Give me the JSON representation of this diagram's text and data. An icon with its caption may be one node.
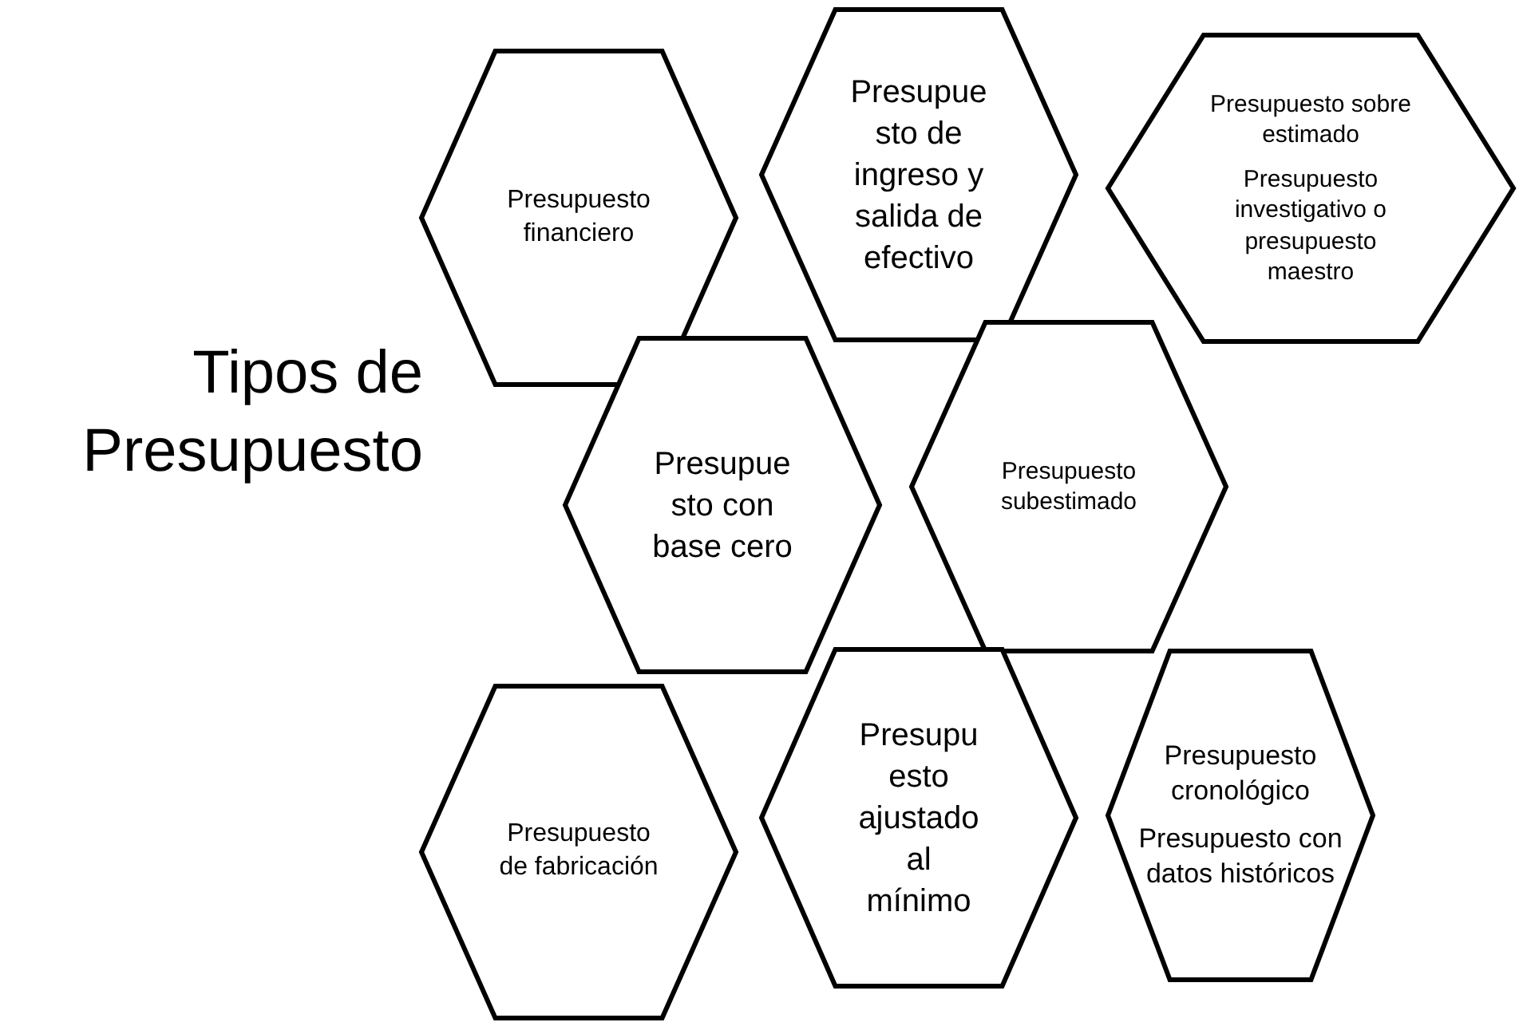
{
  "diagram": {
    "title": "Tipos de Presupuesto",
    "nodes": [
      {
        "text": [
          "Presupuesto financiero"
        ]
      },
      {
        "text": [
          "Presupuesto de ingreso y salida de efectivo"
        ]
      },
      {
        "text": [
          "Presupuesto sobre estimado",
          "Presupuesto investigativo o presupuesto maestro"
        ]
      },
      {
        "text": [
          "Presupuesto con base cero"
        ]
      },
      {
        "text": [
          "Presupuesto subestimado"
        ]
      },
      {
        "text": [
          "Presupuesto de fabricación"
        ]
      },
      {
        "text": [
          "Presupuesto ajustado al mínimo"
        ]
      },
      {
        "text": [
          "Presupuesto cronológico",
          "Presupuesto con datos históricos"
        ]
      }
    ]
  }
}
